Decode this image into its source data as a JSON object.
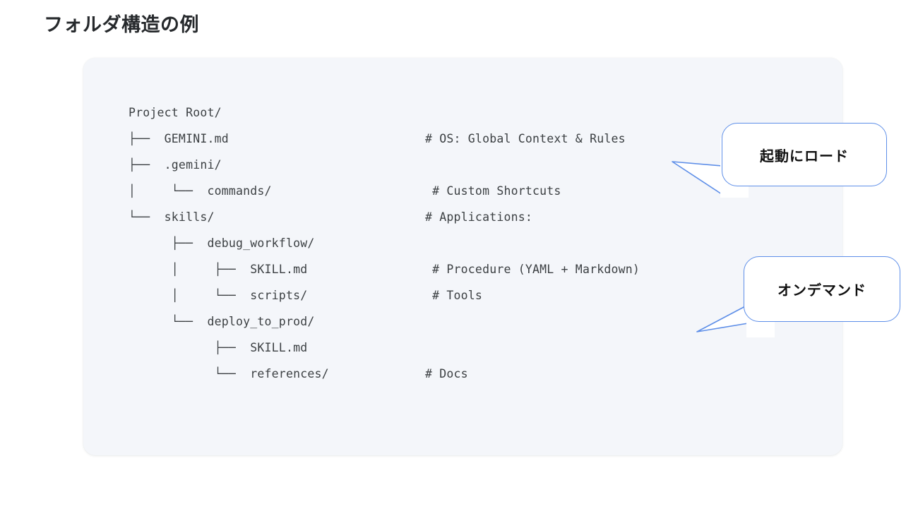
{
  "page": {
    "title": "フォルダ構造の例",
    "background_color": "#ffffff"
  },
  "card": {
    "background_color": "#f4f6fa",
    "text_color": "#3c4043"
  },
  "code_block": {
    "lines": [
      {
        "tree": "Project Root/",
        "comment": ""
      },
      {
        "tree": "├──  GEMINI.md",
        "comment": "# OS: Global Context & Rules"
      },
      {
        "tree": "├──  .gemini/",
        "comment": ""
      },
      {
        "tree": "│     └──  commands/",
        "comment": " # Custom Shortcuts"
      },
      {
        "tree": "└──  skills/",
        "comment": "# Applications:"
      },
      {
        "tree": "      ├──  debug_workflow/",
        "comment": ""
      },
      {
        "tree": "      │     ├──  SKILL.md",
        "comment": " # Procedure (YAML + Markdown)"
      },
      {
        "tree": "      │     └──  scripts/",
        "comment": " # Tools"
      },
      {
        "tree": "      └──  deploy_to_prod/",
        "comment": ""
      },
      {
        "tree": "            ├──  SKILL.md",
        "comment": ""
      },
      {
        "tree": "            └──  references/",
        "comment": "# Docs"
      }
    ]
  },
  "callouts": [
    {
      "id": "startup",
      "label": "起動にロード",
      "border_color": "#5d8ee8",
      "fill_color": "#ffffff"
    },
    {
      "id": "ondemand",
      "label": "オンデマンド",
      "border_color": "#5d8ee8",
      "fill_color": "#ffffff"
    }
  ]
}
